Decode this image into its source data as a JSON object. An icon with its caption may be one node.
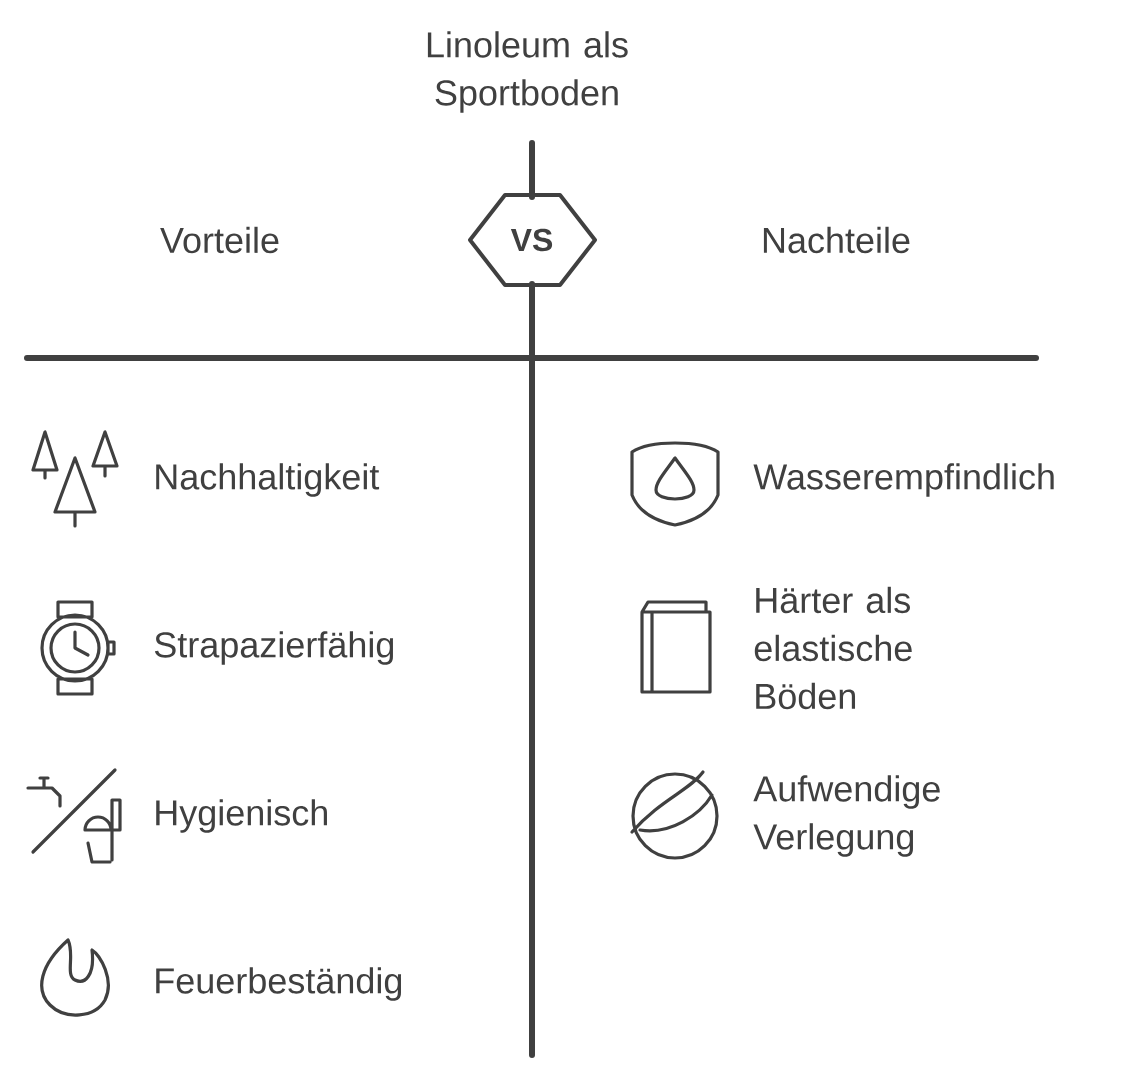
{
  "diagram": {
    "title": "Linoleum als Sportboden",
    "labels": [
      "Vorteile",
      "VS",
      "Nachteile",
      "Nachhaltigkeit",
      "Wasserempfindlich",
      "Strapazierfähig",
      "Härter als elastische Böden",
      "Hygienisch",
      "Aufwendige Verlegung",
      "Feuerbeständig"
    ]
  }
}
